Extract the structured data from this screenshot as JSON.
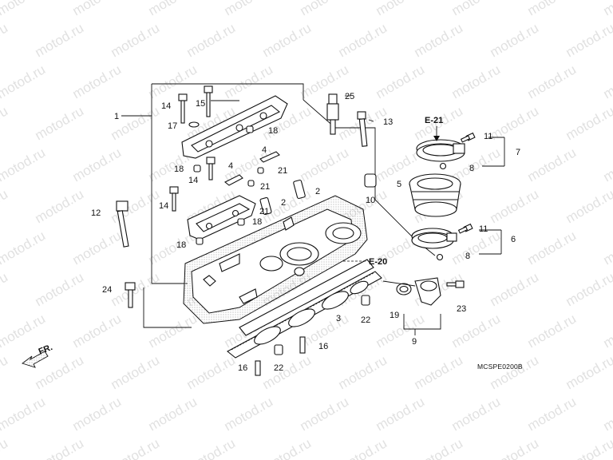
{
  "watermark": "motod.ru",
  "diagram_code": "MCSPE0200B",
  "direction_label": "FR.",
  "refs": [
    "E-21",
    "E-20"
  ],
  "callouts": {
    "c1": "1",
    "c2a": "2",
    "c2b": "2",
    "c3": "3",
    "c4a": "4",
    "c4b": "4",
    "c5": "5",
    "c6": "6",
    "c7": "7",
    "c8a": "8",
    "c8b": "8",
    "c9": "9",
    "c10": "10",
    "c11a": "11",
    "c11b": "11",
    "c12": "12",
    "c13": "13",
    "c14a": "14",
    "c14b": "14",
    "c14c": "14",
    "c15": "15",
    "c16a": "16",
    "c16b": "16",
    "c17": "17",
    "c18a": "18",
    "c18b": "18",
    "c18c": "18",
    "c18d": "18",
    "c19": "19",
    "c21a": "21",
    "c21b": "21",
    "c21c": "21",
    "c22a": "22",
    "c22b": "22",
    "c23": "23",
    "c24": "24",
    "c25": "25"
  },
  "colors": {
    "line": "#111111",
    "watermark": "#c9c9c9",
    "shade": "#9a9a9a"
  }
}
